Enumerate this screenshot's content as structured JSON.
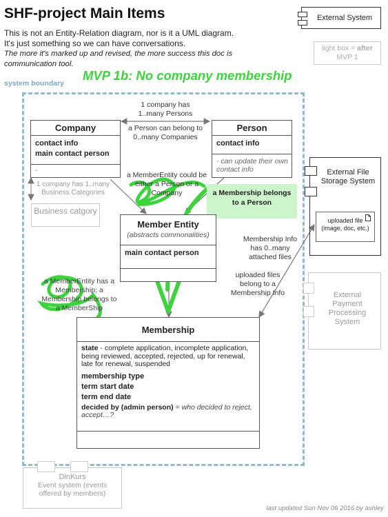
{
  "header": {
    "title": "SHF-project  Main Items",
    "intro_line1": "This is not an Entity-Relation diagram, nor is it a UML diagram.",
    "intro_line2": "It's just something so we can have conversations.",
    "intro_line3": "The more it's marked up and revised, the more success this doc is communication tool.",
    "mvp_note": "MVP 1b:  No company membership",
    "system_boundary": "system boundary"
  },
  "legend": {
    "external_system": "External System",
    "lightbox_prefix": "light box = ",
    "lightbox_after": "after",
    "lightbox_mvp": "MVP 1"
  },
  "company": {
    "title": "Company",
    "attr1": "contact info",
    "attr2": "main contact person",
    "dash": "-",
    "categories_note": "1 company has 1..many Business Categories"
  },
  "person": {
    "title": "Person",
    "attr1": "contact info",
    "note": "- can update their own contact info"
  },
  "business_category": {
    "label": "Business catgory"
  },
  "company_person_note": {
    "line1": "1 company has",
    "line2": "1..many Persons",
    "line3": "a Person can belong to",
    "line4": "0..many Companies"
  },
  "member_entity_note": "a MemberEntity could be either a Person or a Company",
  "member_entity": {
    "title": "Member Entity",
    "subtitle": "(abstracts commonalities)",
    "attr1": "main contact person"
  },
  "green_callout": "a Membership belongs to a Person",
  "membership_left_note": "a MemberEntity has a Membership; a Membership belongs to a MemberShip",
  "membership": {
    "title": "Membership",
    "state_label": "state",
    "state_desc": " - complete application, incomplete application, being reviewed, accepted, rejected, up for renewal, late for renewal, suspended",
    "attr2": "membership type",
    "attr3": "term start date",
    "attr4": "term end date",
    "decided_label": "decided by (admin person)",
    "decided_desc": " = who decided to reject, accept…?"
  },
  "external_file": {
    "title": "External File Storage System",
    "file_label": "uploaded file (image, doc, etc.)"
  },
  "file_notes": {
    "note1": "Membership Info has 0..many attached files",
    "note2": "uploaded files belong to a Membership Info"
  },
  "external_payment": {
    "label": "External Payment Processing System"
  },
  "dinkurs": {
    "name": "DinKurs",
    "desc": "Event system (events offered by members)"
  },
  "footer": {
    "updated": "last updated Sun Nov 06 2016  by ashley"
  },
  "colors": {
    "boundary": "#93b9cb",
    "annotation_green": "#3fd23f",
    "callout_bg": "#ccf5cc"
  }
}
